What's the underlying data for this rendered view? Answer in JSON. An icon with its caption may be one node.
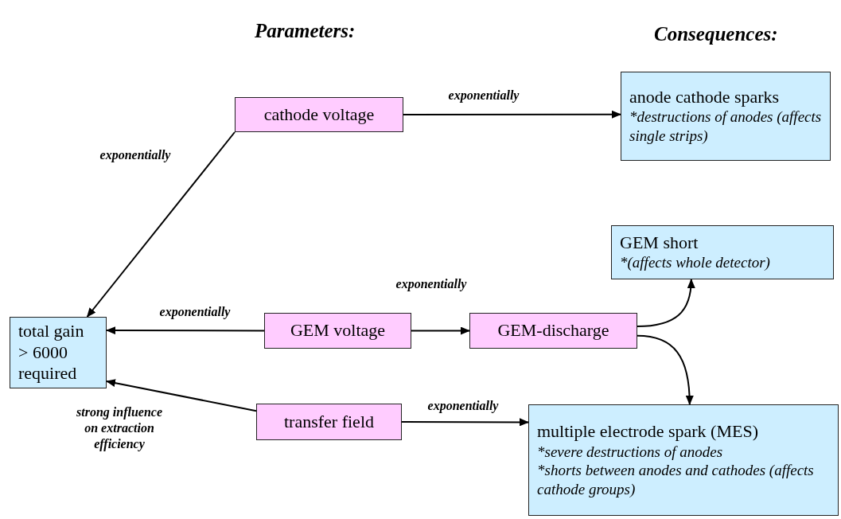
{
  "diagram": {
    "nodes": [
      {
        "text": [
          "cathode voltage"
        ]
      },
      {
        "text": [
          "anode cathode sparks",
          "*destructions of anodes (affects single strips)"
        ]
      },
      {
        "text": [
          "GEM short",
          "*(affects whole detector)"
        ]
      },
      {
        "text": [
          "total gain > 6000 required"
        ]
      },
      {
        "text": [
          "GEM voltage"
        ]
      },
      {
        "text": [
          "GEM-discharge"
        ]
      },
      {
        "text": [
          "multiple electrode spark (MES)",
          "*severe destructions of anodes",
          "*shorts between anodes and cathodes (affects cathode groups)"
        ]
      },
      {
        "text": [
          "transfer field"
        ]
      }
    ],
    "edges": [
      {
        "from": 0,
        "to": 1,
        "arrow": "to",
        "label": "exponentially"
      },
      {
        "from": 0,
        "to": 3,
        "arrow": "to",
        "label": "exponentially"
      },
      {
        "from": 4,
        "to": 3,
        "arrow": "to",
        "label": "exponentially"
      },
      {
        "from": 4,
        "to": 5,
        "arrow": "to",
        "label": "exponentially"
      },
      {
        "from": 5,
        "to": 2,
        "arrow": "to"
      },
      {
        "from": 5,
        "to": 6,
        "arrow": "to"
      },
      {
        "from": 7,
        "to": 3,
        "arrow": "to",
        "label": "strong influence on extraction efficiency"
      },
      {
        "from": 7,
        "to": 6,
        "arrow": "to",
        "label": "exponentially"
      }
    ],
    "labels": [
      "Parameters:",
      "Consequences:"
    ]
  }
}
